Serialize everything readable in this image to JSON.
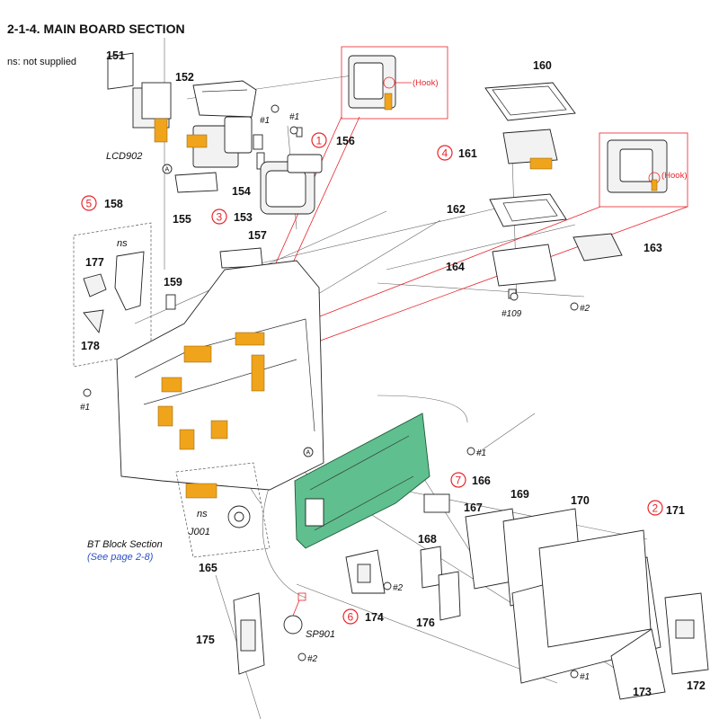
{
  "title": "2-1-4. MAIN BOARD SECTION",
  "note": "ns: not supplied",
  "hook_label": "(Hook)",
  "bt_block": {
    "line1": "BT Block Section",
    "line2": "(See page 2-8)"
  },
  "circle_a": "A",
  "part_numbers": {
    "p151": "151",
    "p152": "152",
    "p153": "153",
    "p154": "154",
    "p155": "155",
    "p156": "156",
    "p157": "157",
    "p158": "158",
    "p159": "159",
    "p160": "160",
    "p161": "161",
    "p162": "162",
    "p163": "163",
    "p164": "164",
    "p165": "165",
    "p166": "166",
    "p167": "167",
    "p168": "168",
    "p169": "169",
    "p170": "170",
    "p171": "171",
    "p172": "172",
    "p173": "173",
    "p174": "174",
    "p175": "175",
    "p176": "176",
    "p177": "177",
    "p178": "178"
  },
  "refs": {
    "lcd902": "LCD902",
    "j001": "J001",
    "sp901": "SP901",
    "ns": "ns"
  },
  "screws": {
    "s1": "#1",
    "s2": "#2",
    "s109": "#109"
  },
  "steps": {
    "st1": "1",
    "st2": "2",
    "st3": "3",
    "st4": "4",
    "st5": "5",
    "st6": "6",
    "st7": "7"
  },
  "colors": {
    "step": "#e8242b",
    "flex": "#f0a41c",
    "board": "#5fbf8e",
    "link": "#2b4fc7"
  }
}
